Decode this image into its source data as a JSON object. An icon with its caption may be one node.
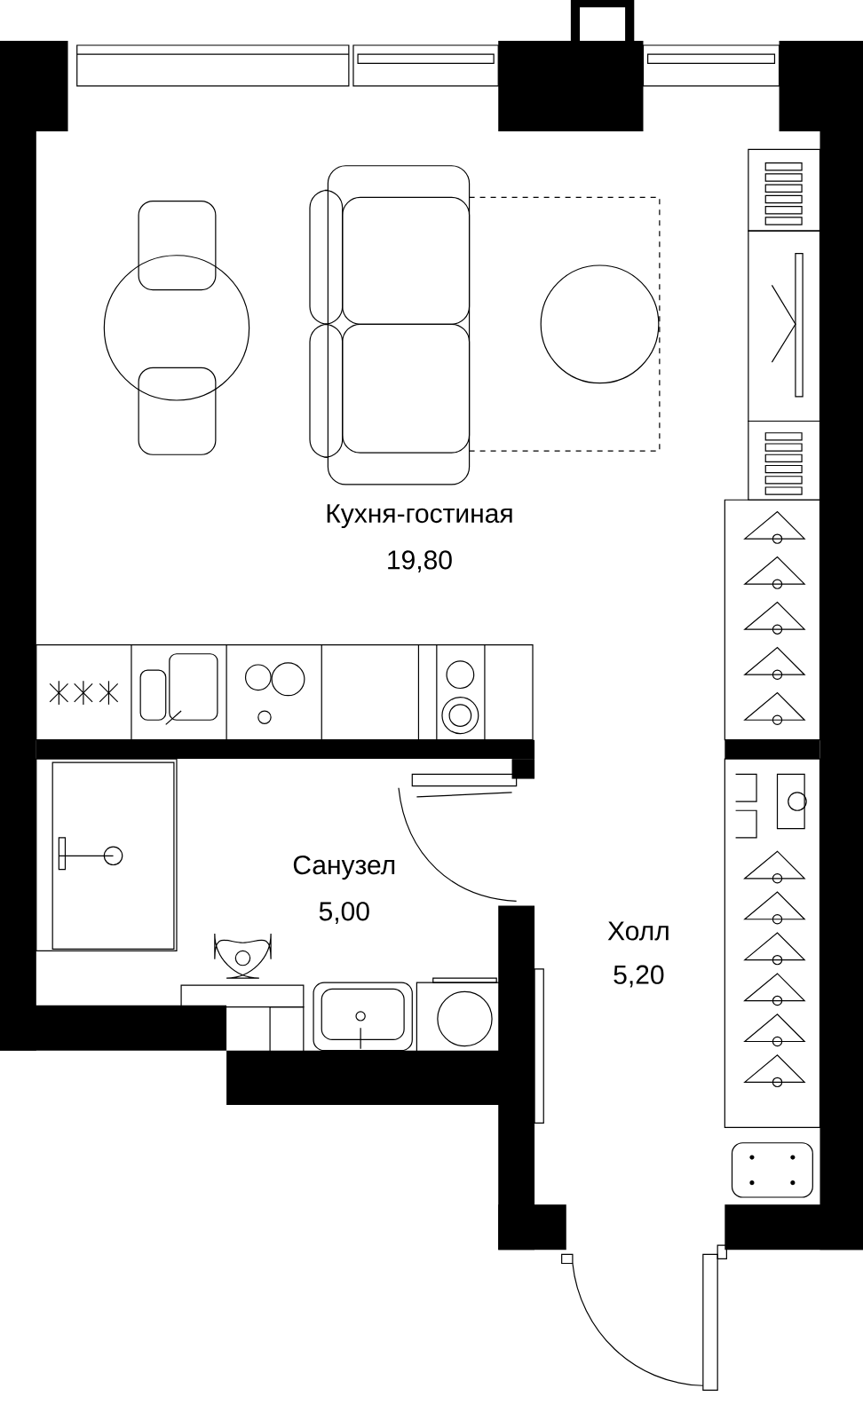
{
  "diagram": {
    "labels": [
      "Кухня-гостиная",
      "19,80",
      "Санузел",
      "5,00",
      "Холл",
      "5,20"
    ]
  }
}
